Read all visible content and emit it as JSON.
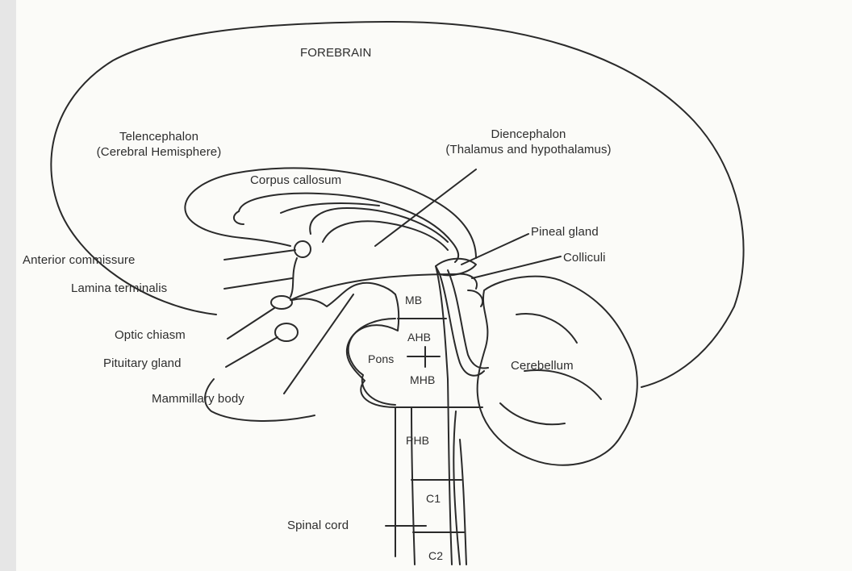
{
  "labels": {
    "forebrain": "FOREBRAIN",
    "telencephalon_line1": "Telencephalon",
    "telencephalon_line2": "(Cerebral Hemisphere)",
    "diencephalon_line1": "Diencephalon",
    "diencephalon_line2": "(Thalamus and hypothalamus)",
    "corpus_callosum": "Corpus callosum",
    "pineal_gland": "Pineal gland",
    "colliculi": "Colliculi",
    "anterior_commissure": "Anterior commissure",
    "lamina_terminalis": "Lamina terminalis",
    "optic_chiasm": "Optic chiasm",
    "pituitary_gland": "Pituitary gland",
    "mammillary_body": "Mammillary body",
    "mb": "MB",
    "ahb": "AHB",
    "pons": "Pons",
    "mhb": "MHB",
    "phb": "PHB",
    "c1": "C1",
    "c2": "C2",
    "spinal_cord": "Spinal cord",
    "cerebellum": "Cerebellum"
  },
  "colors": {
    "ink": "#2a2a2a",
    "paper": "#fbfbf8"
  }
}
